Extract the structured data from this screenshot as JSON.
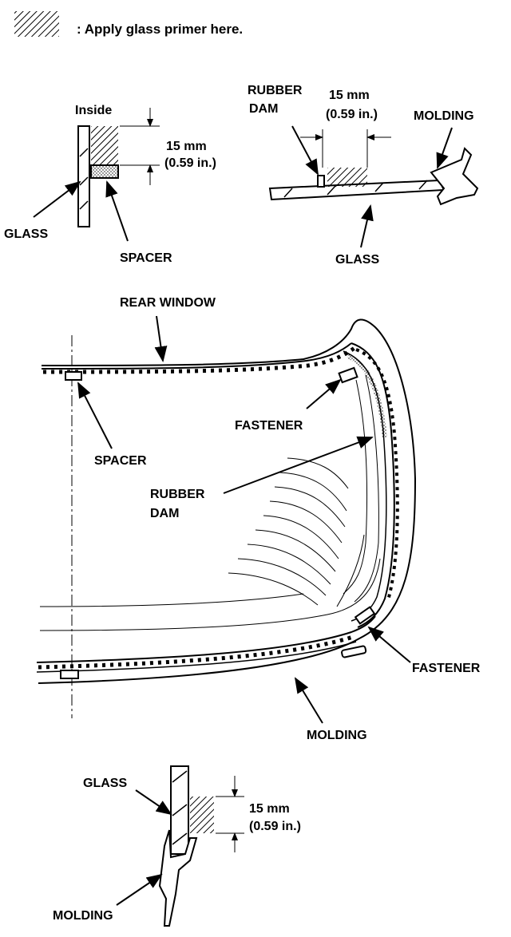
{
  "legend": {
    "text": ": Apply glass primer here."
  },
  "detail_top_left": {
    "inside": "Inside",
    "dim_mm": "15 mm",
    "dim_in": "(0.59 in.)",
    "glass": "GLASS",
    "spacer": "SPACER"
  },
  "detail_top_right": {
    "rubber": "RUBBER",
    "dam": "DAM",
    "dim_mm": "15 mm",
    "dim_in": "(0.59 in.)",
    "molding": "MOLDING",
    "glass": "GLASS"
  },
  "main": {
    "rear_window": "REAR WINDOW",
    "fastener_top": "FASTENER",
    "spacer": "SPACER",
    "rubber": "RUBBER",
    "dam": "DAM",
    "fastener_bottom": "FASTENER",
    "molding": "MOLDING"
  },
  "detail_bottom": {
    "glass": "GLASS",
    "dim_mm": "15 mm",
    "dim_in": "(0.59 in.)",
    "molding": "MOLDING"
  }
}
